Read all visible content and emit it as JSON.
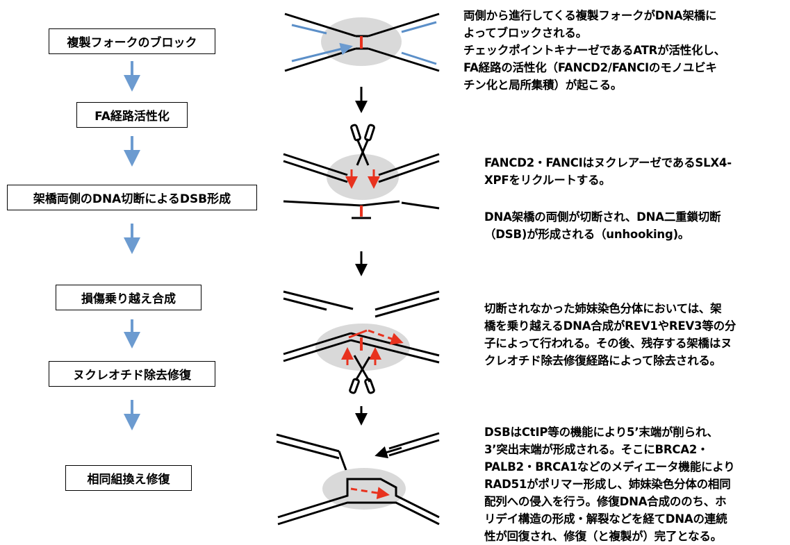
{
  "steps": [
    "複製フォークのブロック",
    "FA経路活性化",
    "架橋両側のDNA切断によるDSB形成",
    "損傷乗り越え合成",
    "ヌクレオチド除去修復",
    "相同組換え修復"
  ],
  "descriptions": [
    "両側から進行してくる複製フォークがDNA架橋に\nよってブロックされる。\nチェックポイントキナーゼであるATRが活性化し、\nFA経路の活性化（FANCD2/FANCIのモノユビキ\nチン化と局所集積）が起こる。",
    "FANCD2・FANCIはヌクレアーゼであるSLX4-\nXPFをリクルートする。",
    "DNA架橋の両側が切断され、DNA二重鎖切断\n（DSB)が形成される（unhooking)。",
    "切断されなかった姉妹染色分体においては、架\n橋を乗り越えるDNA合成がREV1やREV3等の分\n子によって行われる。その後、残存する架橋はヌ\nクレオチド除去修復経路によって除去される。",
    "DSBはCtIP等の機能により5’末端が削られ、\n3’突出末端が形成される。そこにBRCA2・\nPALB2・BRCA1などのメディエータ機能により\nRAD51がポリマー形成し、姉妹染色分体の相同\n配列への侵入を行う。修復DNA合成ののち、ホ\nリデイ構造の形成・解裂などを経てDNAの連続\n性が回復され、修復（と複製が）完了となる。"
  ],
  "colors": {
    "flow_arrow": "#6c9bd0",
    "highlight": "#d9d9d9",
    "red": "#e8321e",
    "blue_strand": "#5b8fc8",
    "black": "#000000"
  }
}
